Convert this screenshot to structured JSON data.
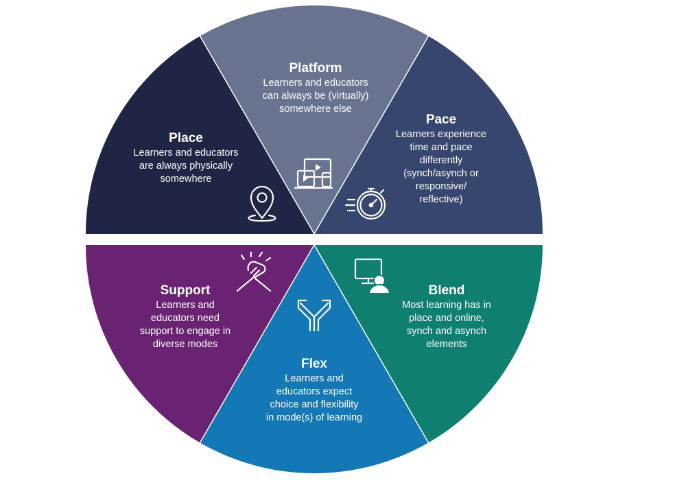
{
  "segments": [
    {
      "id": "place",
      "title": "Place",
      "lines": [
        "Learners and educators",
        "are always physically",
        "somewhere"
      ],
      "color": "#1f2544",
      "icon": "location-pin-icon"
    },
    {
      "id": "platform",
      "title": "Platform",
      "lines": [
        "Learners and educators",
        "can always be (virtually)",
        "somewhere else"
      ],
      "color": "#67738f",
      "icon": "devices-icon"
    },
    {
      "id": "pace",
      "title": "Pace",
      "lines": [
        "Learners experience",
        "time and pace",
        "differently",
        "(synch/asynch or",
        "responsive/",
        "reflective)"
      ],
      "color": "#37466e",
      "icon": "stopwatch-icon"
    },
    {
      "id": "blend",
      "title": "Blend",
      "lines": [
        "Most learning has in",
        "place and online,",
        "synch and asynch",
        "elements"
      ],
      "color": "#0f7f70",
      "icon": "online-learner-icon"
    },
    {
      "id": "flex",
      "title": "Flex",
      "lines": [
        "Learners and",
        "educators expect",
        "choice and flexibility",
        "in mode(s) of learning"
      ],
      "color": "#1478b6",
      "icon": "split-arrows-icon"
    },
    {
      "id": "support",
      "title": "Support",
      "lines": [
        "Learners and",
        "educators need",
        "support to engage in",
        "diverse modes"
      ],
      "color": "#6a2273",
      "icon": "handshake-icon"
    }
  ]
}
